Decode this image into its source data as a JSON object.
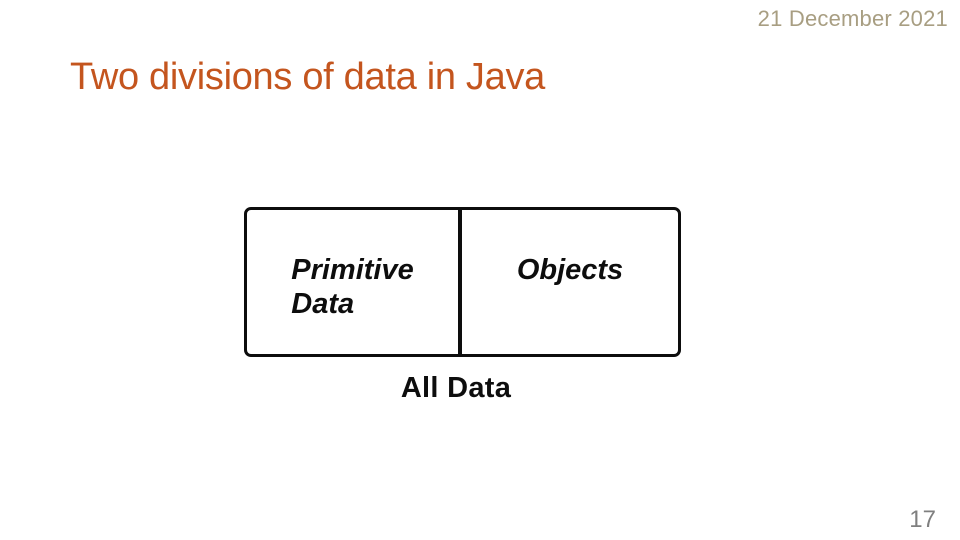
{
  "header": {
    "date": "21 December 2021"
  },
  "title": "Two divisions of data in Java",
  "diagram": {
    "left_cell": {
      "line1": "Primitive",
      "line2": "Data"
    },
    "right_cell": {
      "label": "Objects"
    },
    "caption": "All Data"
  },
  "footer": {
    "page_number": "17"
  },
  "colors": {
    "title": "#c4551e",
    "date": "#a89e82",
    "page_number": "#7f7f7f",
    "diagram_ink": "#0d0d0d",
    "background": "#ffffff"
  }
}
